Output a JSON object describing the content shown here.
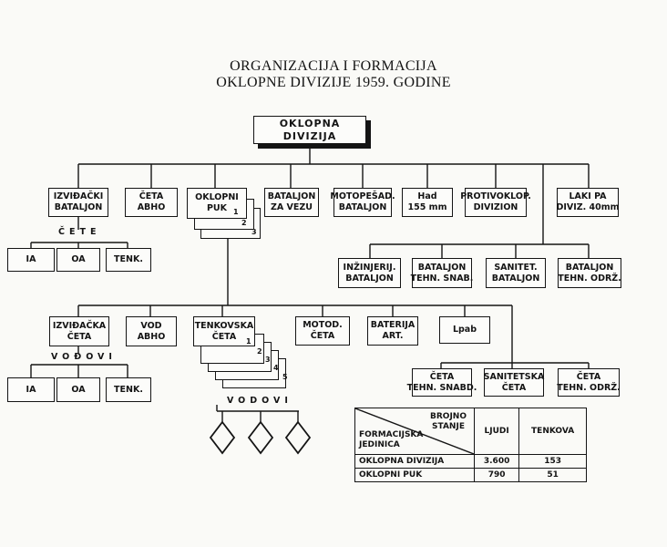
{
  "title": {
    "line1": "ORGANIZACIJA I FORMACIJA",
    "line2": "OKLOPNE DIVIZIJE 1959. GODINE"
  },
  "root": {
    "line1": "OKLOPNA",
    "line2": "DIVIZIJA"
  },
  "level1": [
    {
      "line1": "IZVIĐAČKI",
      "line2": "BATALJON"
    },
    {
      "line1": "ČETA",
      "line2": "ABHO"
    },
    {
      "line1": "OKLOPNI",
      "line2": "PUK"
    },
    {
      "line1": "BATALJON",
      "line2": "ZA VEZU"
    },
    {
      "line1": "MOTOPEŠAD.",
      "line2": "BATALJON"
    },
    {
      "line1": "Had",
      "line2": "155 mm"
    },
    {
      "line1": "PROTIVOKLOP.",
      "line2": "DIVIZION"
    },
    {
      "line1": "LAKI PA",
      "line2": "DIVIZ. 40mm"
    }
  ],
  "recon_group_label": "ČETE",
  "recon_units": [
    "IA",
    "OA",
    "TENK."
  ],
  "puk_stack_numbers": [
    "1",
    "2",
    "3"
  ],
  "division_support": [
    {
      "line1": "INŽINJERIJ.",
      "line2": "BATALJON"
    },
    {
      "line1": "BATALJON",
      "line2": "TEHN. SNAB."
    },
    {
      "line1": "SANITET.",
      "line2": "BATALJON"
    },
    {
      "line1": "BATALJON",
      "line2": "TEHN. ODRŽ."
    }
  ],
  "regiment_units": [
    {
      "line1": "IZVIĐAČKA",
      "line2": "ČETA"
    },
    {
      "line1": "VOD",
      "line2": "ABHO"
    },
    {
      "line1": "TENKOVSKA",
      "line2": "ČETA"
    },
    {
      "line1": "MOTOD.",
      "line2": "ČETA"
    },
    {
      "line1": "BATERIJA",
      "line2": "ART."
    },
    {
      "line1": "Lpab",
      "line2": ""
    }
  ],
  "tank_stack_numbers": [
    "1",
    "2",
    "3",
    "4",
    "5"
  ],
  "platoon_label": "VOĐOVI",
  "recon_company_units": [
    "IA",
    "OA",
    "TENK."
  ],
  "tank_platoons_label": "VODOVI",
  "regiment_support": [
    {
      "line1": "ČETA",
      "line2": "TEHN. SNABD."
    },
    {
      "line1": "SANITETSKA",
      "line2": "ČETA"
    },
    {
      "line1": "ČETA",
      "line2": "TEHN. ODRŽ."
    }
  ],
  "table": {
    "header_top_line1": "BROJNO",
    "header_top_line2": "STANJE",
    "header_bottom_line1": "FORMACIJSKA",
    "header_bottom_line2": "JEDINICA",
    "col_people": "LJUDI",
    "col_tanks": "TENKOVA",
    "rows": [
      {
        "unit": "OKLOPNA DIVIZIJA",
        "people": "3.600",
        "tanks": "153"
      },
      {
        "unit": "OKLOPNI PUK",
        "people": "790",
        "tanks": "51"
      }
    ]
  }
}
